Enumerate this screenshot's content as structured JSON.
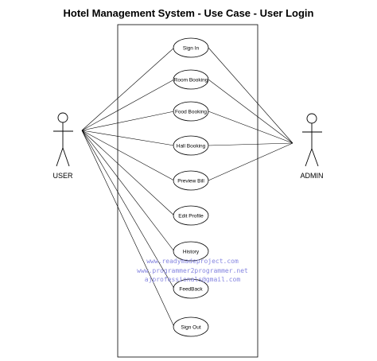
{
  "title": "Hotel Management System - Use Case - User Login",
  "actors": {
    "user": "USER",
    "admin": "ADMIN"
  },
  "use_cases": [
    "Sign In",
    "Room Booking",
    "Food Booking",
    "Hall Booking",
    "Preview Bill",
    "Edit Profile",
    "History",
    "FeedBack",
    "Sign Out"
  ],
  "watermark": [
    "www.readymadeproject.com",
    "www.programmer2programmer.net",
    "ajprofessionals@gmail.com"
  ]
}
